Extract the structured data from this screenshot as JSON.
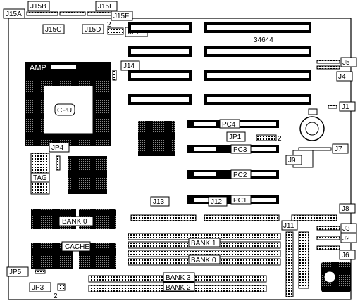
{
  "board": {
    "part_number": "34644",
    "jumpers": {
      "j15a": "J15A",
      "j15b": "J15B",
      "j15c": "J15C",
      "j15d": "J15D",
      "j15e": "J15E",
      "j15f": "J15F",
      "jp2": "JP2",
      "jp2_pin": "2",
      "j14": "J14",
      "j5": "J5",
      "j4": "J4",
      "j1": "J1",
      "jp1": "JP1",
      "jp1_pin": "2",
      "j7": "J7",
      "j9": "J9",
      "jp4": "JP4",
      "tag": "TAG",
      "j13": "J13",
      "j12": "J12",
      "j8": "J8",
      "j11": "J11",
      "j3": "J3",
      "j2": "J2",
      "j6": "J6",
      "jp5": "JP5",
      "jp3": "JP3",
      "jp3_pin": "2"
    },
    "components": {
      "amp": "AMP",
      "cpu": "CPU",
      "pc4": "PC4",
      "pc3": "PC3",
      "pc2": "PC2",
      "pc1": "PC1",
      "bank0_cache": "BANK 0",
      "cache": "CACHE",
      "bank1": "BANK 1",
      "bank0": "BANK 0",
      "bank3": "BANK 3",
      "bank2": "BANK 2"
    }
  }
}
